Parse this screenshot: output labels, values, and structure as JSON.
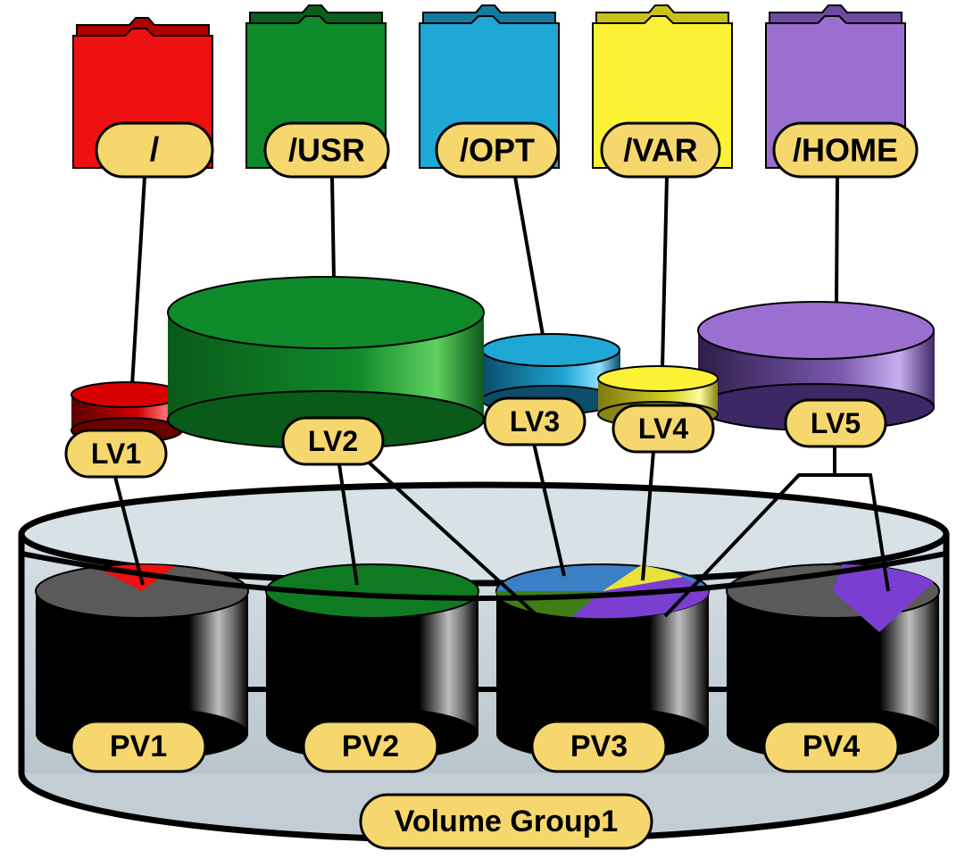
{
  "folders": [
    {
      "label": "/",
      "color": "#ee1111",
      "dark": "#b00000"
    },
    {
      "label": "/USR",
      "color": "#0f8a2a",
      "dark": "#0a5f1c"
    },
    {
      "label": "/OPT",
      "color": "#1fa7d6",
      "dark": "#137aa0"
    },
    {
      "label": "/VAR",
      "color": "#fbf236",
      "dark": "#c9c21d"
    },
    {
      "label": "/HOME",
      "color": "#9a6fcf",
      "dark": "#6e4aa0"
    }
  ],
  "logical_volumes": [
    {
      "label": "LV1"
    },
    {
      "label": "LV2"
    },
    {
      "label": "LV3"
    },
    {
      "label": "LV4"
    },
    {
      "label": "LV5"
    }
  ],
  "physical_volumes": [
    {
      "label": "PV1"
    },
    {
      "label": "PV2"
    },
    {
      "label": "PV3"
    },
    {
      "label": "PV4"
    }
  ],
  "volume_group": {
    "label": "Volume Group1"
  },
  "colors": {
    "label_fill": "#f5d76e",
    "disk_body": "#000000",
    "disk_top_empty": "#5a5a5a",
    "tray_fill": "#c9d3d8",
    "pv3_blue": "#3b7fc4",
    "pv3_green": "#3f7d17",
    "lv4_yellow": "#e8e23a",
    "lv5_purple": "#7a3fd0"
  }
}
